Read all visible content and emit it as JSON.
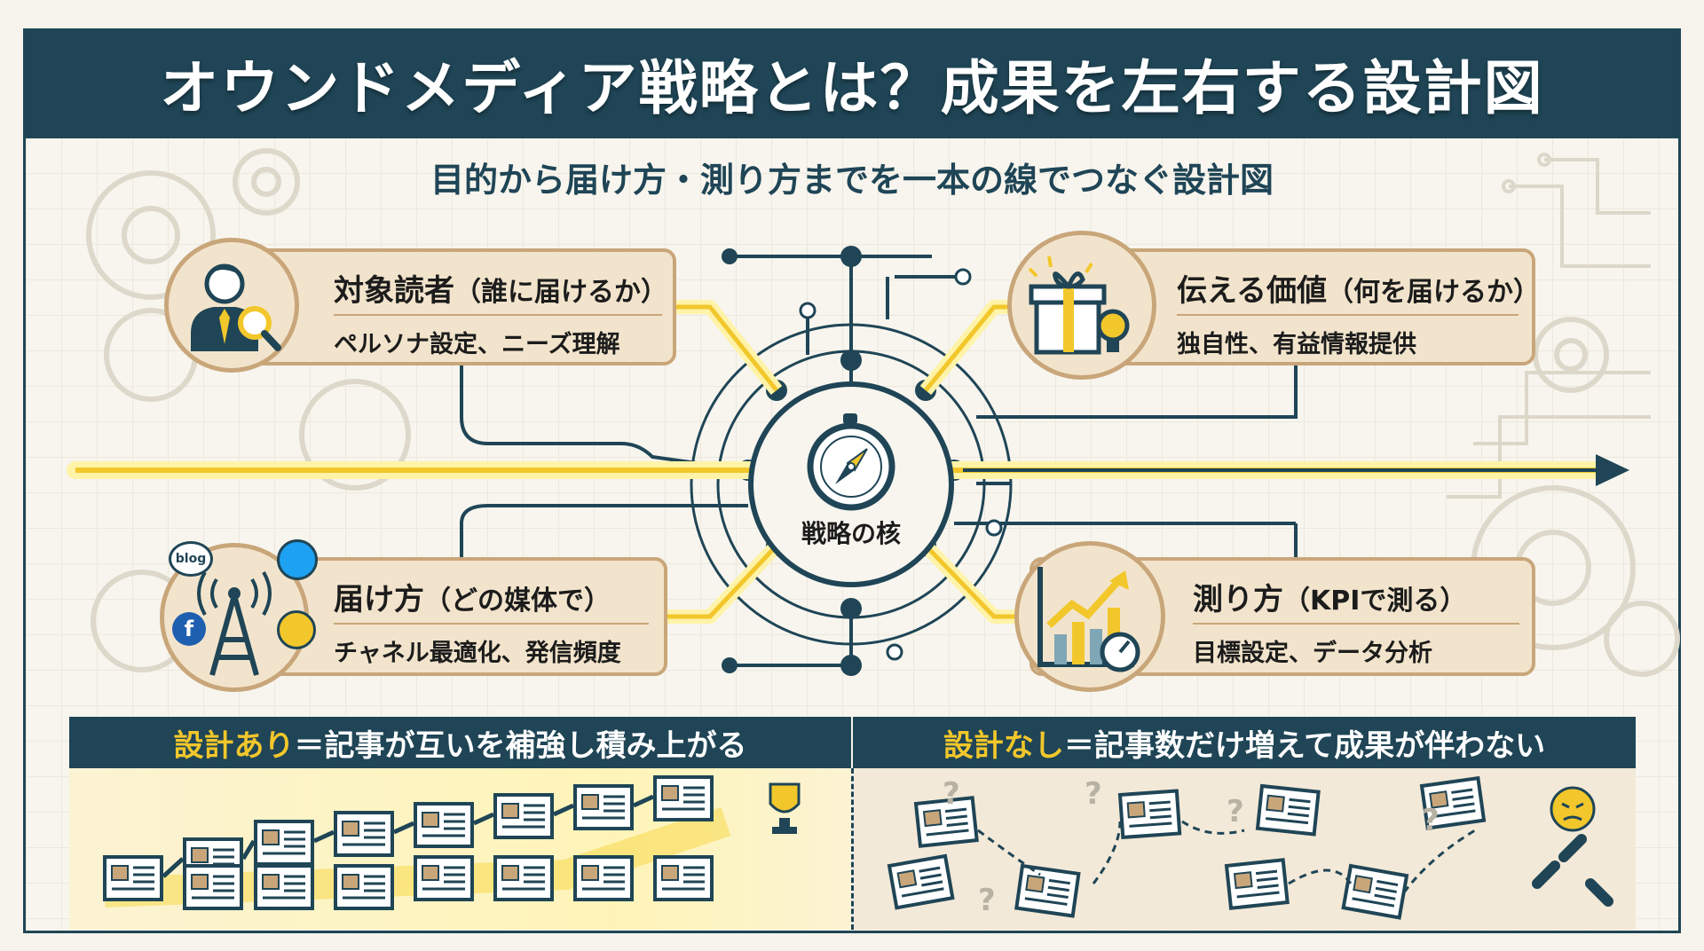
{
  "title": "オウンドメディア戦略とは？成果を左右する設計図",
  "subtitle": "目的から届け方・測り方までを一本の線でつなぐ設計図",
  "core_label": "戦略の核",
  "cards": {
    "audience": {
      "title": "対象読者",
      "paren": "（誰に届けるか）",
      "desc": "ペルソナ設定、ニーズ理解"
    },
    "value": {
      "title": "伝える価値",
      "paren": "（何を届けるか）",
      "desc": "独自性、有益情報提供"
    },
    "channel": {
      "title": "届け方",
      "paren": "（どの媒体で）",
      "desc": "チャネル最適化、発信頻度"
    },
    "measure": {
      "title": "測り方",
      "paren": "（KPIで測る）",
      "desc": "目標設定、データ分析"
    }
  },
  "channel_icons": {
    "blog": "blog",
    "social": "twitter-icon",
    "facebook": "f",
    "mail": "mail-icon"
  },
  "panels": {
    "with_design": {
      "highlight": "設計あり",
      "rest": "＝記事が互いを補強し積み上がる"
    },
    "without_design": {
      "highlight": "設計なし",
      "rest": "＝記事数だけ増えて成果が伴わない"
    }
  },
  "question_mark": "?",
  "colors": {
    "navy": "#1f4556",
    "yellow": "#f2c72b",
    "tan": "#c9a67a",
    "card": "#f2e4cc"
  }
}
